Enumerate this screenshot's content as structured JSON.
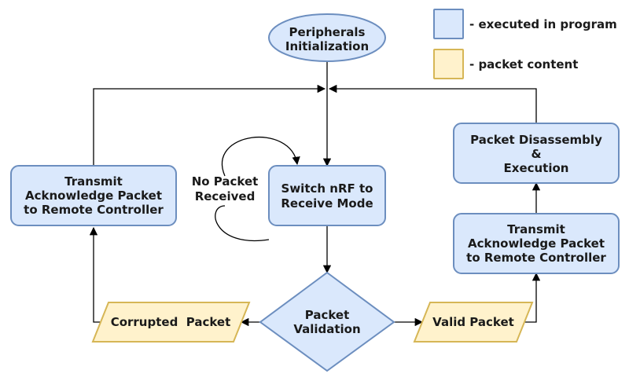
{
  "legend": {
    "program_label": "- executed in program",
    "packet_label": "- packet content",
    "program_color": "#dae8fc",
    "packet_color": "#fff2cc"
  },
  "nodes": {
    "init": {
      "lines": [
        "Peripherals",
        "Initialization"
      ]
    },
    "switch": {
      "lines": [
        "Switch nRF to",
        "Receive Mode"
      ]
    },
    "transmit_left": {
      "lines": [
        "Transmit",
        "Acknowledge Packet",
        "to Remote Controller"
      ]
    },
    "validation": {
      "lines": [
        "Packet",
        "Validation"
      ]
    },
    "corrupted": {
      "lines": [
        "Corrupted  Packet"
      ]
    },
    "valid": {
      "lines": [
        "Valid Packet"
      ]
    },
    "transmit_right": {
      "lines": [
        "Transmit",
        "Acknowledge Packet",
        "to Remote Controller"
      ]
    },
    "disassembly": {
      "lines": [
        "Packet Disassembly",
        "&",
        "Execution"
      ]
    }
  },
  "edge_labels": {
    "no_packet": [
      "No Packet",
      "Received"
    ]
  }
}
